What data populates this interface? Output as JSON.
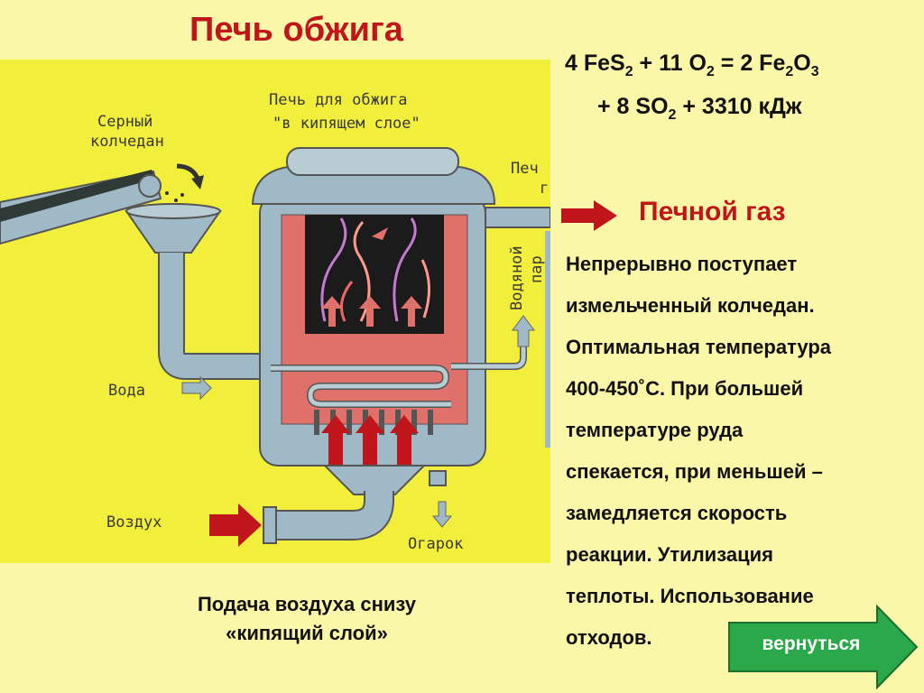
{
  "title": "Печь обжига",
  "equation": {
    "line1": {
      "p1": "4 FeS",
      "s1": "2",
      "p2": " + 11 O",
      "s2": "2",
      "p3": " = 2 Fe",
      "s3": "2",
      "p4": "O",
      "s4": "3"
    },
    "line2": {
      "p1": "+ 8 SO",
      "s1": "2",
      "p2": " + 3310 кДж"
    }
  },
  "gas_title": "Печной газ",
  "description": [
    "Непрерывно поступает",
    "измельченный колчедан.",
    "Оптимальная температура",
    "400-450˚С. При большей",
    "температуре руда",
    "спекается, при меньшей –",
    "замедляется скорость",
    "реакции.  Утилизация",
    "теплоты. Использование",
    "отходов."
  ],
  "caption": {
    "line1": "Подача воздуха  снизу",
    "line2": "«кипящий слой»"
  },
  "back_button": "вернуться",
  "diagram": {
    "label_pyrite_1": "Серный",
    "label_pyrite_2": "колчедан",
    "label_furnace_1": "Печь для обжига",
    "label_furnace_2": "\"в кипящем слое\"",
    "label_water": "Вода",
    "label_air": "Воздух",
    "label_cinder": "Огарок",
    "label_steam_1": "Водяной",
    "label_steam_2": "пар",
    "label_gas_1": "Печ",
    "label_gas_2": "г"
  },
  "colors": {
    "accent_red": "#c0151a",
    "background": "#fbf7a8",
    "diagram_bg": "#f2ee3c",
    "metal": "#9fbac6",
    "lining": "#e0706a",
    "button": "#2aa84a"
  }
}
